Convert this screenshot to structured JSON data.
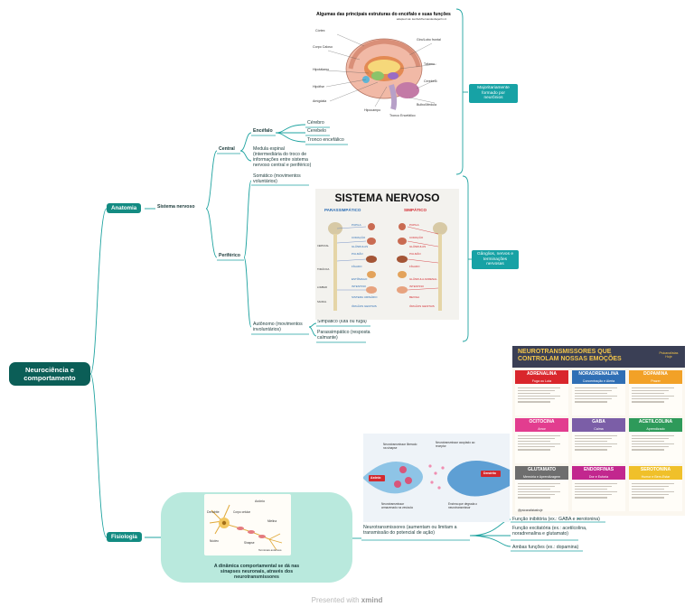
{
  "root": {
    "title": "Neurociência e comportamento"
  },
  "anatomia": {
    "label": "Anatomia",
    "sistema_nervoso": "Sistema nervoso",
    "central": {
      "label": "Central",
      "encefalo": "Encéfalo",
      "encefalo_items": [
        "Cérebro",
        "Cerebelo",
        "Tronco encefálico"
      ],
      "medula": "Medula espinal (intermediária do troco de informações entre sistema nervoso central e periférico)"
    },
    "periferico": {
      "label": "Periférico",
      "somatico": "Somático (movimentos voluntários)",
      "autonomo": "Autônomo (movimentos involuntários)",
      "simpatico": "Simpático (luta ou fuga)",
      "parassimpatico": "Parassimpático (resposta calmante)"
    },
    "tag_encefalo": "Majoritariamente formado por neurônios",
    "tag_periferico": "Gânglios, nervos e terminações nervosas"
  },
  "brain_image": {
    "title": "Algumas das principais estruturas do encéfalo e suas funções",
    "credit": "adapted via: kenhub/hernandesbejerrin.nl",
    "labels": [
      "Córtex",
      "Corpo Caloso",
      "Hipotálamo",
      "Hipófise",
      "Amígdala",
      "Giro/Lobo frontal",
      "Tálamo",
      "Cerebelo",
      "Bulbo/Medula",
      "Hipocampo",
      "Tronco Encefálico"
    ]
  },
  "sn_image": {
    "title": "SISTEMA NERVOSO",
    "para": "PARASSIMPÁTICO",
    "simp": "SIMPÁTICO",
    "para_items": [
      "PUPILA",
      "CORAÇÃO",
      "GLÂNDULAS",
      "PULMÃO",
      "FÍGADO",
      "ESTÔMAGO",
      "INTESTINO",
      "SISTEMA URINÁRIO",
      "ÓRGÃOS GENITAIS"
    ],
    "simp_items": [
      "PUPILA",
      "CORAÇÃO",
      "GLÂNDULAS",
      "PULMÃO",
      "FÍGADO",
      "GLÂNDULA ADRENAL",
      "INTESTINO",
      "BEXIGA",
      "ÓRGÃOS GENITAIS"
    ],
    "levels": [
      "CERVICAL",
      "TORÁCICA",
      "LOMBAR",
      "SACRAL"
    ]
  },
  "fisiologia": {
    "label": "Fisiologia",
    "summary": "A dinâmica comportamental se dá nas sinapses neuronais, através dos neurotransmissores",
    "neuro": "Neurotransmissores (aumentam ou limitam a transmissão do potencial de ação)",
    "items": [
      "Função inibitória (ex.: GABA e serotonina)",
      "Função excitatória (ex.: acetilcolina, noradrenalina e glutamato)",
      "Ambas funções (ex.: dopamina)"
    ],
    "neuron_labels": [
      "Dendrite",
      "Axônio",
      "Corpo celular",
      "Núcleo",
      "Mielina",
      "Sinapse",
      "Terminais axônicos"
    ]
  },
  "synapse_image": {
    "labels": [
      "Neurotransmissor liberado na sinapse",
      "Neurotransmissor acoplado ao receptor",
      "Neurotransmissor armazenado na vesícula",
      "Enzima que degrada o neurotransmissor",
      "Axônio",
      "Dendrito"
    ]
  },
  "nt_image": {
    "title": "NEUROTRANSMISSORES QUE CONTROLAM NOSSAS EMOÇÕES",
    "brand": "Psicanalistas Hoje",
    "handle": "@psicanalistashoje",
    "cards": [
      {
        "name": "ADRENALINA",
        "sub": "Fuga ou Luta",
        "color": "#d9262c"
      },
      {
        "name": "NORADRENALINA",
        "sub": "Concentração e Alerta",
        "color": "#2f6fb5"
      },
      {
        "name": "DOPAMINA",
        "sub": "Prazer",
        "color": "#f2a127"
      },
      {
        "name": "OCITOCINA",
        "sub": "Amor",
        "color": "#e23d8f"
      },
      {
        "name": "GABA",
        "sub": "Calma",
        "color": "#7b5ea7"
      },
      {
        "name": "ACETILCOLINA",
        "sub": "Aprendizado",
        "color": "#2e9a5a"
      },
      {
        "name": "GLUTAMATO",
        "sub": "Memória e Aprendizagem",
        "color": "#6e6e6e"
      },
      {
        "name": "ENDORFINAS",
        "sub": "Dor e Euforia",
        "color": "#c2278e"
      },
      {
        "name": "SEROTONINA",
        "sub": "Humor e Bem-Estar",
        "color": "#f0c02a"
      }
    ]
  },
  "footer": {
    "prefix": "Presented with",
    "brand": "xmind"
  },
  "colors": {
    "root": "#0b5e57",
    "branch": "#138b82",
    "tag": "#17a2a5",
    "line": "#1fa3a0"
  }
}
